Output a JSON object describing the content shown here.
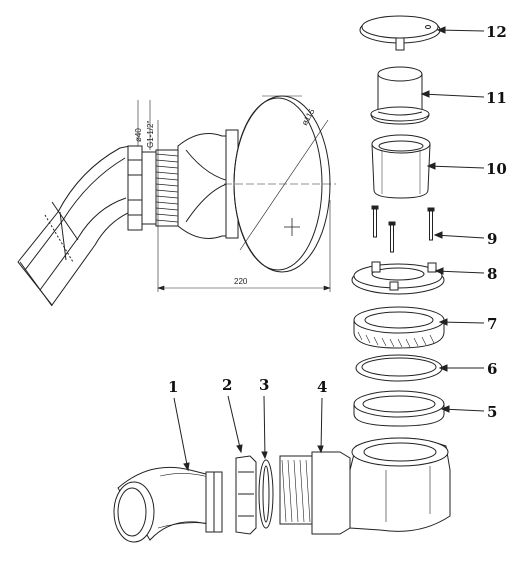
{
  "dimensions": {
    "inlet_diameter": "ø40",
    "thread_size": "G1-1/2\"",
    "cover_diameter": "ø115",
    "overall_length": "220"
  },
  "callouts": [
    "12",
    "11",
    "10",
    "9",
    "8",
    "7",
    "6",
    "5",
    "1",
    "2",
    "3",
    "4"
  ]
}
